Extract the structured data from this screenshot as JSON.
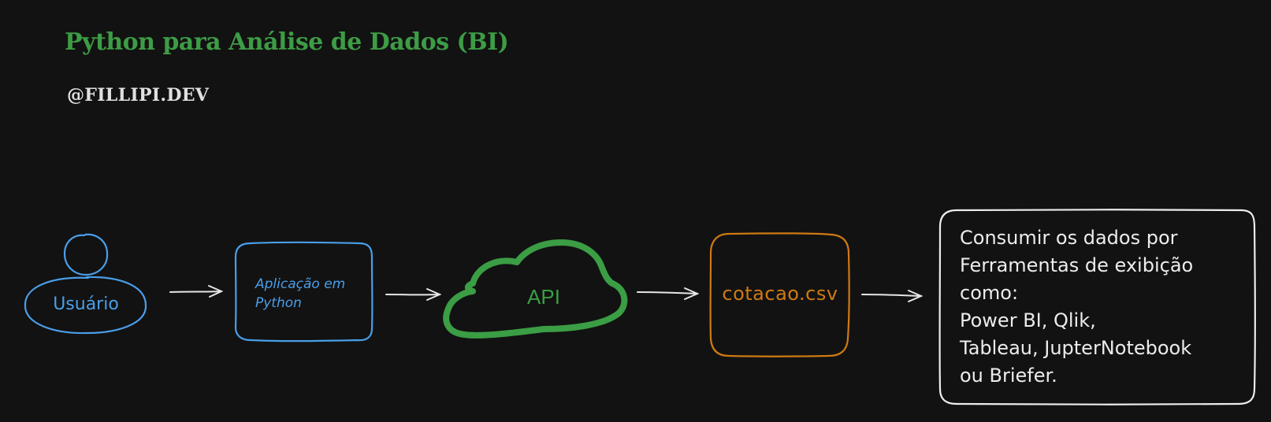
{
  "header": {
    "title": "Python para Análise de Dados (BI)",
    "author": "@FILLIPI.DEV"
  },
  "nodes": {
    "usuario": {
      "label": "Usuário"
    },
    "app": {
      "line1": "Aplicação em",
      "line2": "Python"
    },
    "api": {
      "label": "API"
    },
    "csv": {
      "label": "cotacao.csv"
    },
    "consumer": {
      "lines": [
        "Consumir os dados por",
        "Ferramentas de exibição",
        "como:",
        "Power BI, Qlik,",
        "Tableau, JupterNotebook",
        "ou Briefer."
      ]
    }
  },
  "colors": {
    "background": "#121212",
    "title": "#3d9c45",
    "subtitle": "#e0e0e0",
    "user_blue": "#4a9ee8",
    "api_green": "#3b9d44",
    "csv_orange": "#cf7a12",
    "consumer_white": "#ececec",
    "arrow": "#e6e6e6"
  }
}
